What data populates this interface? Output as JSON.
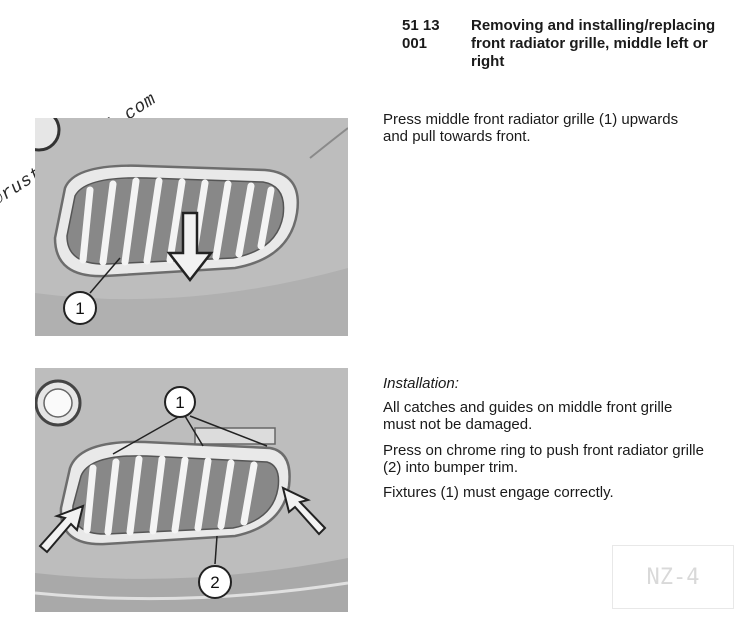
{
  "header": {
    "code_line1": "51 13",
    "code_line2": "001",
    "title": "Removing and installing/replacing front radiator grille, middle left or right"
  },
  "watermark": "©rustygar@aol.com",
  "section1": {
    "text": "Press middle front radiator grille (1) upwards and pull towards front.",
    "figure_callouts": [
      "1"
    ]
  },
  "section2": {
    "heading": "Installation:",
    "text1": "All catches and guides on middle front grille must not be damaged.",
    "text2": "Press on chrome ring to push front radiator grille (2) into bumper trim.",
    "text3": "Fixtures (1) must engage correctly.",
    "figure_callouts": [
      "1",
      "2"
    ]
  },
  "stamp_text": "NZ-4"
}
